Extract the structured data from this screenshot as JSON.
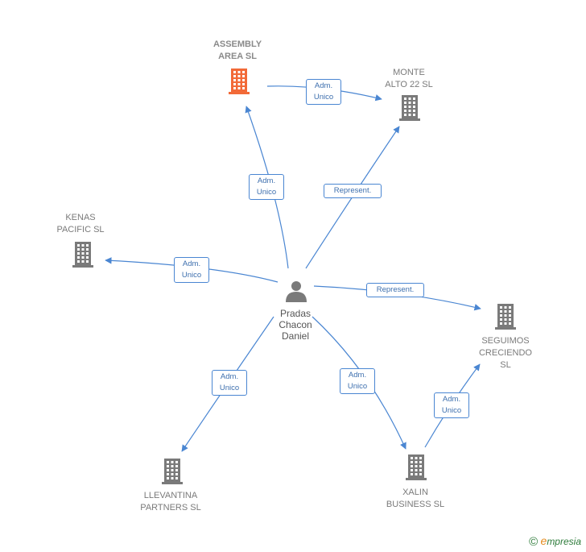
{
  "diagram": {
    "nodes": [
      {
        "id": "assembly",
        "label": "ASSEMBLY\nAREA  SL",
        "kind": "company",
        "color": "#f26a38"
      },
      {
        "id": "monte",
        "label": "MONTE\nALTO 22  SL",
        "kind": "company",
        "color": "#7a7a7a"
      },
      {
        "id": "kenas",
        "label": "KENAS\nPACIFIC SL",
        "kind": "company",
        "color": "#7a7a7a"
      },
      {
        "id": "seguimos",
        "label": "SEGUIMOS\nCRECIENDO\nSL",
        "kind": "company",
        "color": "#7a7a7a"
      },
      {
        "id": "llevantina",
        "label": "LLEVANTINA\nPARTNERS SL",
        "kind": "company",
        "color": "#7a7a7a"
      },
      {
        "id": "xalin",
        "label": "XALIN\nBUSINESS SL",
        "kind": "company",
        "color": "#7a7a7a"
      },
      {
        "id": "person",
        "label": "Pradas\nChacon\nDaniel",
        "kind": "person",
        "color": "#7a7a7a"
      }
    ],
    "edges": [
      {
        "from": "person",
        "to": "assembly",
        "label": "Adm.\nUnico"
      },
      {
        "from": "person",
        "to": "monte",
        "label": "Represent."
      },
      {
        "from": "person",
        "to": "kenas",
        "label": "Adm.\nUnico"
      },
      {
        "from": "person",
        "to": "seguimos",
        "label": "Represent."
      },
      {
        "from": "person",
        "to": "llevantina",
        "label": "Adm.\nUnico"
      },
      {
        "from": "person",
        "to": "xalin",
        "label": "Adm.\nUnico"
      },
      {
        "from": "assembly",
        "to": "monte",
        "label": "Adm.\nUnico"
      },
      {
        "from": "xalin",
        "to": "seguimos",
        "label": "Adm.\nUnico"
      }
    ],
    "edge_color": "#4a86d2"
  },
  "brand": {
    "symbol": "©",
    "initial": "e",
    "name": "mpresia"
  }
}
